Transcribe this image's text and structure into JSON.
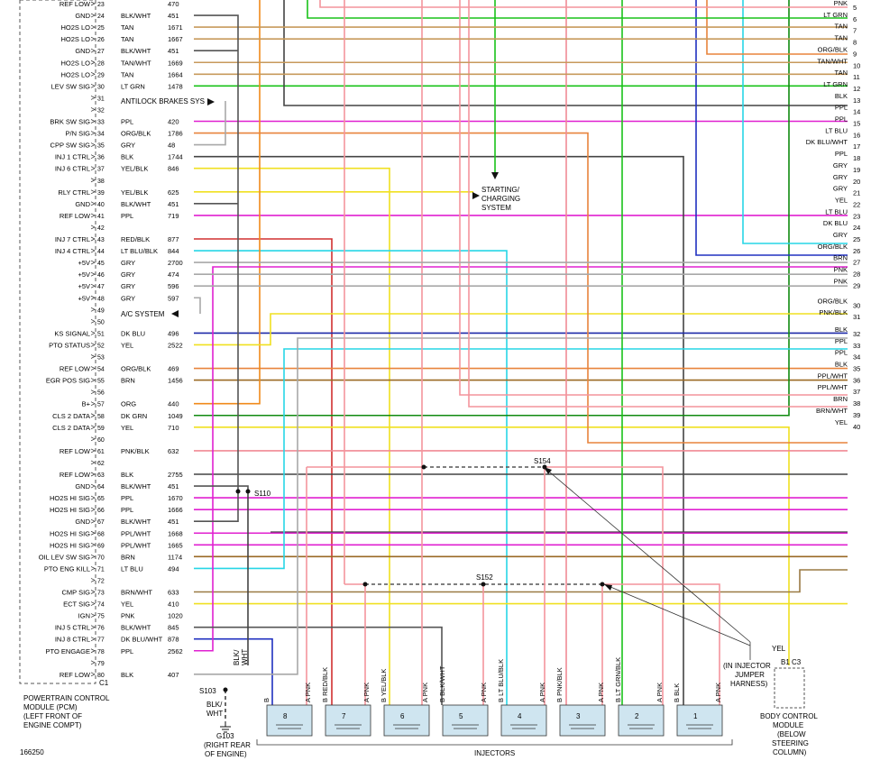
{
  "diagram_id": "166250",
  "colors": {
    "PNK": "#f4949c",
    "LT GRN": "#19c219",
    "TAN": "#c79a5c",
    "ORG/BLK": "#e8843c",
    "TAN/WHT": "#c79a5c",
    "BLK": "#444444",
    "PPL": "#e020d0",
    "GRY": "#a8a8a8",
    "LT BLU": "#27d6e6",
    "DK BLU/WHT": "#2030c0",
    "YEL": "#f0e020",
    "DK BLU": "#1e2aa8",
    "BRN": "#9a6a24",
    "ORG": "#f08a1a",
    "DK GRN": "#108a10",
    "PNK/BLK": "#f08a94",
    "BRN/WHT": "#9a7a44",
    "PPL/WHT": "#e020d0",
    "RED/BLK": "#d03030",
    "LT BLU/BLK": "#27d6e6",
    "YEL/BLK": "#f0e020",
    "BLK/WHT": "#555555"
  },
  "pcm_pins": [
    {
      "pin": "23",
      "label": "REF LOW",
      "wire": "",
      "circuit": "470"
    },
    {
      "pin": "24",
      "label": "GND",
      "wire": "BLK/WHT",
      "circuit": "451"
    },
    {
      "pin": "25",
      "label": "HO2S LO",
      "wire": "TAN",
      "circuit": "1671"
    },
    {
      "pin": "26",
      "label": "HO2S LO",
      "wire": "TAN",
      "circuit": "1667"
    },
    {
      "pin": "27",
      "label": "GND",
      "wire": "BLK/WHT",
      "circuit": "451"
    },
    {
      "pin": "28",
      "label": "HO2S LO",
      "wire": "TAN/WHT",
      "circuit": "1669"
    },
    {
      "pin": "29",
      "label": "HO2S LO",
      "wire": "TAN",
      "circuit": "1664"
    },
    {
      "pin": "30",
      "label": "LEV SW SIG",
      "wire": "LT GRN",
      "circuit": "1478"
    },
    {
      "pin": "31",
      "label": "",
      "wire": "",
      "circuit": ""
    },
    {
      "pin": "32",
      "label": "",
      "wire": "",
      "circuit": ""
    },
    {
      "pin": "33",
      "label": "BRK SW SIG",
      "wire": "PPL",
      "circuit": "420"
    },
    {
      "pin": "34",
      "label": "P/N SIG",
      "wire": "ORG/BLK",
      "circuit": "1786"
    },
    {
      "pin": "35",
      "label": "CPP SW SIG",
      "wire": "GRY",
      "circuit": "48"
    },
    {
      "pin": "36",
      "label": "INJ 1 CTRL",
      "wire": "BLK",
      "circuit": "1744"
    },
    {
      "pin": "37",
      "label": "INJ 6 CTRL",
      "wire": "YEL/BLK",
      "circuit": "846"
    },
    {
      "pin": "38",
      "label": "",
      "wire": "",
      "circuit": ""
    },
    {
      "pin": "39",
      "label": "RLY CTRL",
      "wire": "YEL/BLK",
      "circuit": "625"
    },
    {
      "pin": "40",
      "label": "GND",
      "wire": "BLK/WHT",
      "circuit": "451"
    },
    {
      "pin": "41",
      "label": "REF LOW",
      "wire": "PPL",
      "circuit": "719"
    },
    {
      "pin": "42",
      "label": "",
      "wire": "",
      "circuit": ""
    },
    {
      "pin": "43",
      "label": "INJ 7 CTRL",
      "wire": "RED/BLK",
      "circuit": "877"
    },
    {
      "pin": "44",
      "label": "INJ 4 CTRL",
      "wire": "LT BLU/BLK",
      "circuit": "844"
    },
    {
      "pin": "45",
      "label": "+5V",
      "wire": "GRY",
      "circuit": "2700"
    },
    {
      "pin": "46",
      "label": "+5V",
      "wire": "GRY",
      "circuit": "474"
    },
    {
      "pin": "47",
      "label": "+5V",
      "wire": "GRY",
      "circuit": "596"
    },
    {
      "pin": "48",
      "label": "+5V",
      "wire": "GRY",
      "circuit": "597"
    },
    {
      "pin": "49",
      "label": "",
      "wire": "",
      "circuit": ""
    },
    {
      "pin": "50",
      "label": "",
      "wire": "",
      "circuit": ""
    },
    {
      "pin": "51",
      "label": "KS SIGNAL",
      "wire": "DK BLU",
      "circuit": "496"
    },
    {
      "pin": "52",
      "label": "PTO STATUS",
      "wire": "YEL",
      "circuit": "2522"
    },
    {
      "pin": "53",
      "label": "",
      "wire": "",
      "circuit": ""
    },
    {
      "pin": "54",
      "label": "REF LOW",
      "wire": "ORG/BLK",
      "circuit": "469"
    },
    {
      "pin": "55",
      "label": "EGR POS SIG",
      "wire": "BRN",
      "circuit": "1456"
    },
    {
      "pin": "56",
      "label": "",
      "wire": "",
      "circuit": ""
    },
    {
      "pin": "57",
      "label": "B+",
      "wire": "ORG",
      "circuit": "440"
    },
    {
      "pin": "58",
      "label": "CLS 2 DATA",
      "wire": "DK GRN",
      "circuit": "1049"
    },
    {
      "pin": "59",
      "label": "CLS 2 DATA",
      "wire": "YEL",
      "circuit": "710"
    },
    {
      "pin": "60",
      "label": "",
      "wire": "",
      "circuit": ""
    },
    {
      "pin": "61",
      "label": "REF LOW",
      "wire": "PNK/BLK",
      "circuit": "632"
    },
    {
      "pin": "62",
      "label": "",
      "wire": "",
      "circuit": ""
    },
    {
      "pin": "63",
      "label": "REF LOW",
      "wire": "BLK",
      "circuit": "2755"
    },
    {
      "pin": "64",
      "label": "GND",
      "wire": "BLK/WHT",
      "circuit": "451"
    },
    {
      "pin": "65",
      "label": "HO2S HI SIG",
      "wire": "PPL",
      "circuit": "1670"
    },
    {
      "pin": "66",
      "label": "HO2S HI SIG",
      "wire": "PPL",
      "circuit": "1666"
    },
    {
      "pin": "67",
      "label": "GND",
      "wire": "BLK/WHT",
      "circuit": "451"
    },
    {
      "pin": "68",
      "label": "HO2S HI SIG",
      "wire": "PPL/WHT",
      "circuit": "1668"
    },
    {
      "pin": "69",
      "label": "HO2S HI SIG",
      "wire": "PPL/WHT",
      "circuit": "1665"
    },
    {
      "pin": "70",
      "label": "OIL LEV SW SIG",
      "wire": "BRN",
      "circuit": "1174"
    },
    {
      "pin": "71",
      "label": "PTO ENG KILL",
      "wire": "LT BLU",
      "circuit": "494"
    },
    {
      "pin": "72",
      "label": "",
      "wire": "",
      "circuit": ""
    },
    {
      "pin": "73",
      "label": "CMP SIG",
      "wire": "BRN/WHT",
      "circuit": "633"
    },
    {
      "pin": "74",
      "label": "ECT SIG",
      "wire": "YEL",
      "circuit": "410"
    },
    {
      "pin": "75",
      "label": "IGN",
      "wire": "PNK",
      "circuit": "1020"
    },
    {
      "pin": "76",
      "label": "INJ 5 CTRL",
      "wire": "BLK/WHT",
      "circuit": "845"
    },
    {
      "pin": "77",
      "label": "INJ 8 CTRL",
      "wire": "DK BLU/WHT",
      "circuit": "878"
    },
    {
      "pin": "78",
      "label": "PTO ENGAGE",
      "wire": "PPL",
      "circuit": "2562"
    },
    {
      "pin": "79",
      "label": "",
      "wire": "",
      "circuit": ""
    },
    {
      "pin": "80",
      "label": "REF LOW",
      "wire": "BLK",
      "circuit": "407"
    }
  ],
  "connector_label": "C1",
  "pcm_caption": [
    "POWERTRAIN CONTROL",
    "MODULE (PCM)",
    "(LEFT FRONT OF",
    "ENGINE COMPT)"
  ],
  "right_terminals": [
    {
      "num": "5",
      "wire": "PNK"
    },
    {
      "num": "6",
      "wire": "LT GRN"
    },
    {
      "num": "7",
      "wire": "TAN"
    },
    {
      "num": "8",
      "wire": "TAN"
    },
    {
      "num": "9",
      "wire": "ORG/BLK"
    },
    {
      "num": "10",
      "wire": "TAN/WHT"
    },
    {
      "num": "11",
      "wire": "TAN"
    },
    {
      "num": "12",
      "wire": "LT GRN"
    },
    {
      "num": "13",
      "wire": "BLK"
    },
    {
      "num": "14",
      "wire": "PPL"
    },
    {
      "num": "15",
      "wire": "PPL"
    },
    {
      "num": "16",
      "wire": "LT BLU"
    },
    {
      "num": "17",
      "wire": "DK BLU/WHT"
    },
    {
      "num": "18",
      "wire": "PPL"
    },
    {
      "num": "19",
      "wire": "GRY"
    },
    {
      "num": "20",
      "wire": "GRY"
    },
    {
      "num": "21",
      "wire": "GRY"
    },
    {
      "num": "22",
      "wire": "YEL"
    },
    {
      "num": "23",
      "wire": "LT BLU"
    },
    {
      "num": "24",
      "wire": "DK BLU"
    },
    {
      "num": "25",
      "wire": "GRY"
    },
    {
      "num": "26",
      "wire": "ORG/BLK"
    },
    {
      "num": "27",
      "wire": "BRN"
    },
    {
      "num": "28",
      "wire": "PNK"
    },
    {
      "num": "29",
      "wire": "PNK"
    },
    {
      "num": "30",
      "wire": "ORG/BLK"
    },
    {
      "num": "31",
      "wire": "PNK/BLK"
    },
    {
      "num": "32",
      "wire": "BLK"
    },
    {
      "num": "33",
      "wire": "PPL"
    },
    {
      "num": "34",
      "wire": "PPL"
    },
    {
      "num": "35",
      "wire": "BLK"
    },
    {
      "num": "36",
      "wire": "PPL/WHT"
    },
    {
      "num": "37",
      "wire": "PPL/WHT"
    },
    {
      "num": "38",
      "wire": "BRN"
    },
    {
      "num": "39",
      "wire": "BRN/WHT"
    },
    {
      "num": "40",
      "wire": "YEL"
    }
  ],
  "annotations": {
    "antilock": "ANTILOCK BRAKES SYS",
    "ac": "A/C SYSTEM",
    "starting": [
      "STARTING/",
      "CHARGING",
      "SYSTEM"
    ],
    "s110": "S110",
    "s152": "S152",
    "s154": "S154",
    "s103": "S103",
    "blk_wht_v": [
      "BLK/",
      "WHT"
    ],
    "blk_wht_h": [
      "BLK/",
      "WHT"
    ],
    "g103": [
      "G103",
      "(RIGHT REAR",
      "OF ENGINE)"
    ],
    "in_injector": [
      "(IN INJECTOR",
      "JUMPER",
      "HARNESS)"
    ],
    "bcm": [
      "BODY CONTROL",
      "MODULE",
      "(BELOW",
      "STEERING",
      "COLUMN)"
    ],
    "bcm_wire": "YEL",
    "bcm_pins": [
      "B1",
      "C3"
    ],
    "injectors": "INJECTORS"
  },
  "injectors": [
    {
      "num": "8",
      "b_wire": "B",
      "a_wire": "A PNK"
    },
    {
      "num": "7",
      "b_wire": "B RED/BLK",
      "a_wire": "A PNK"
    },
    {
      "num": "6",
      "b_wire": "B YEL/BLK",
      "a_wire": "A PNK"
    },
    {
      "num": "5",
      "b_wire": "B BLK/WHT",
      "a_wire": "A PNK"
    },
    {
      "num": "4",
      "b_wire": "B LT BLU/BLK",
      "a_wire": "A PNK"
    },
    {
      "num": "3",
      "b_wire": "B PNK/BLK",
      "a_wire": "A PNK"
    },
    {
      "num": "2",
      "b_wire": "B LT GRN/BLK",
      "a_wire": "A PNK"
    },
    {
      "num": "1",
      "b_wire": "B BLK",
      "a_wire": "A PNK"
    }
  ]
}
